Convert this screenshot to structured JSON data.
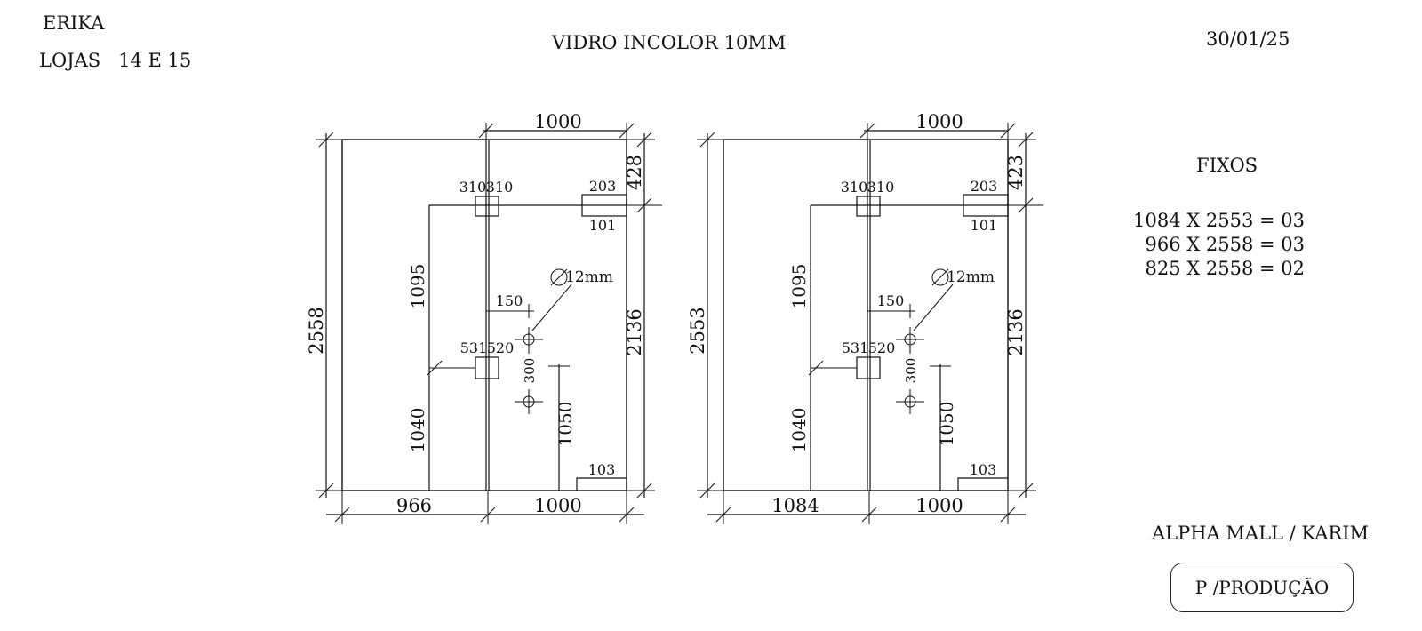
{
  "header": {
    "client": "ERIKA",
    "stores": "LOJAS   14 E 15",
    "title": "VIDRO INCOLOR 10MM",
    "date": "30/01/25"
  },
  "fixed_panels": {
    "title": "FIXOS",
    "lines": [
      "1084 X 2553 = 03",
      "966 X 2558 = 03",
      "825 X 2558 = 02"
    ]
  },
  "footer": {
    "client_name": "ALPHA MALL / KARIM",
    "stamp": "P /PRODUÇÃO"
  },
  "drawings": [
    {
      "top_width": "1000",
      "height": "2558",
      "top_gap": "428",
      "door_height": "2136",
      "upper_handle_height": "1095",
      "lower_handle_height": "1040",
      "lock_height": "1050",
      "hinge_top_left": "310",
      "hinge_top_right": "310",
      "hinge_mid_left": "531",
      "hinge_mid_right": "520",
      "pivot_top": "203",
      "pivot_bottom": "101",
      "pivot_floor": "103",
      "hole_offset": "150",
      "hole_spacing": "300",
      "hole_diameter": "12mm",
      "bottom_fixed": "966",
      "bottom_door": "1000"
    },
    {
      "top_width": "1000",
      "height": "2553",
      "top_gap": "423",
      "door_height": "2136",
      "upper_handle_height": "1095",
      "lower_handle_height": "1040",
      "lock_height": "1050",
      "hinge_top_left": "310",
      "hinge_top_right": "310",
      "hinge_mid_left": "531",
      "hinge_mid_right": "520",
      "pivot_top": "203",
      "pivot_bottom": "101",
      "pivot_floor": "103",
      "hole_offset": "150",
      "hole_spacing": "300",
      "hole_diameter": "12mm",
      "bottom_fixed": "1084",
      "bottom_door": "1000"
    }
  ]
}
